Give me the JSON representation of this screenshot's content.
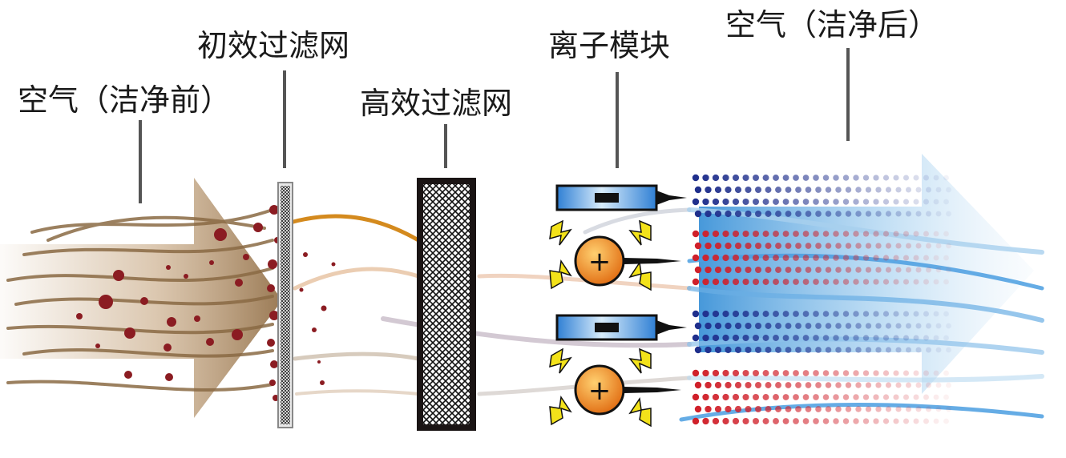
{
  "labels": {
    "air_before": "空气（洁净前）",
    "primary_filter": "初效过滤网",
    "hepa_filter": "高效过滤网",
    "ion_module": "离子模块",
    "air_after": "空气（洁净后）"
  },
  "ion_symbols": {
    "positive": "+",
    "negative": "−"
  },
  "colors": {
    "dirty_air": "#a0805a",
    "dust": "#8b1c22",
    "ion_blue": "#2a6fc4",
    "negative_ion": "#1f2f8c",
    "positive_ion": "#d0202a",
    "spark": "#f3e21a",
    "ion_core": "#e87418"
  }
}
